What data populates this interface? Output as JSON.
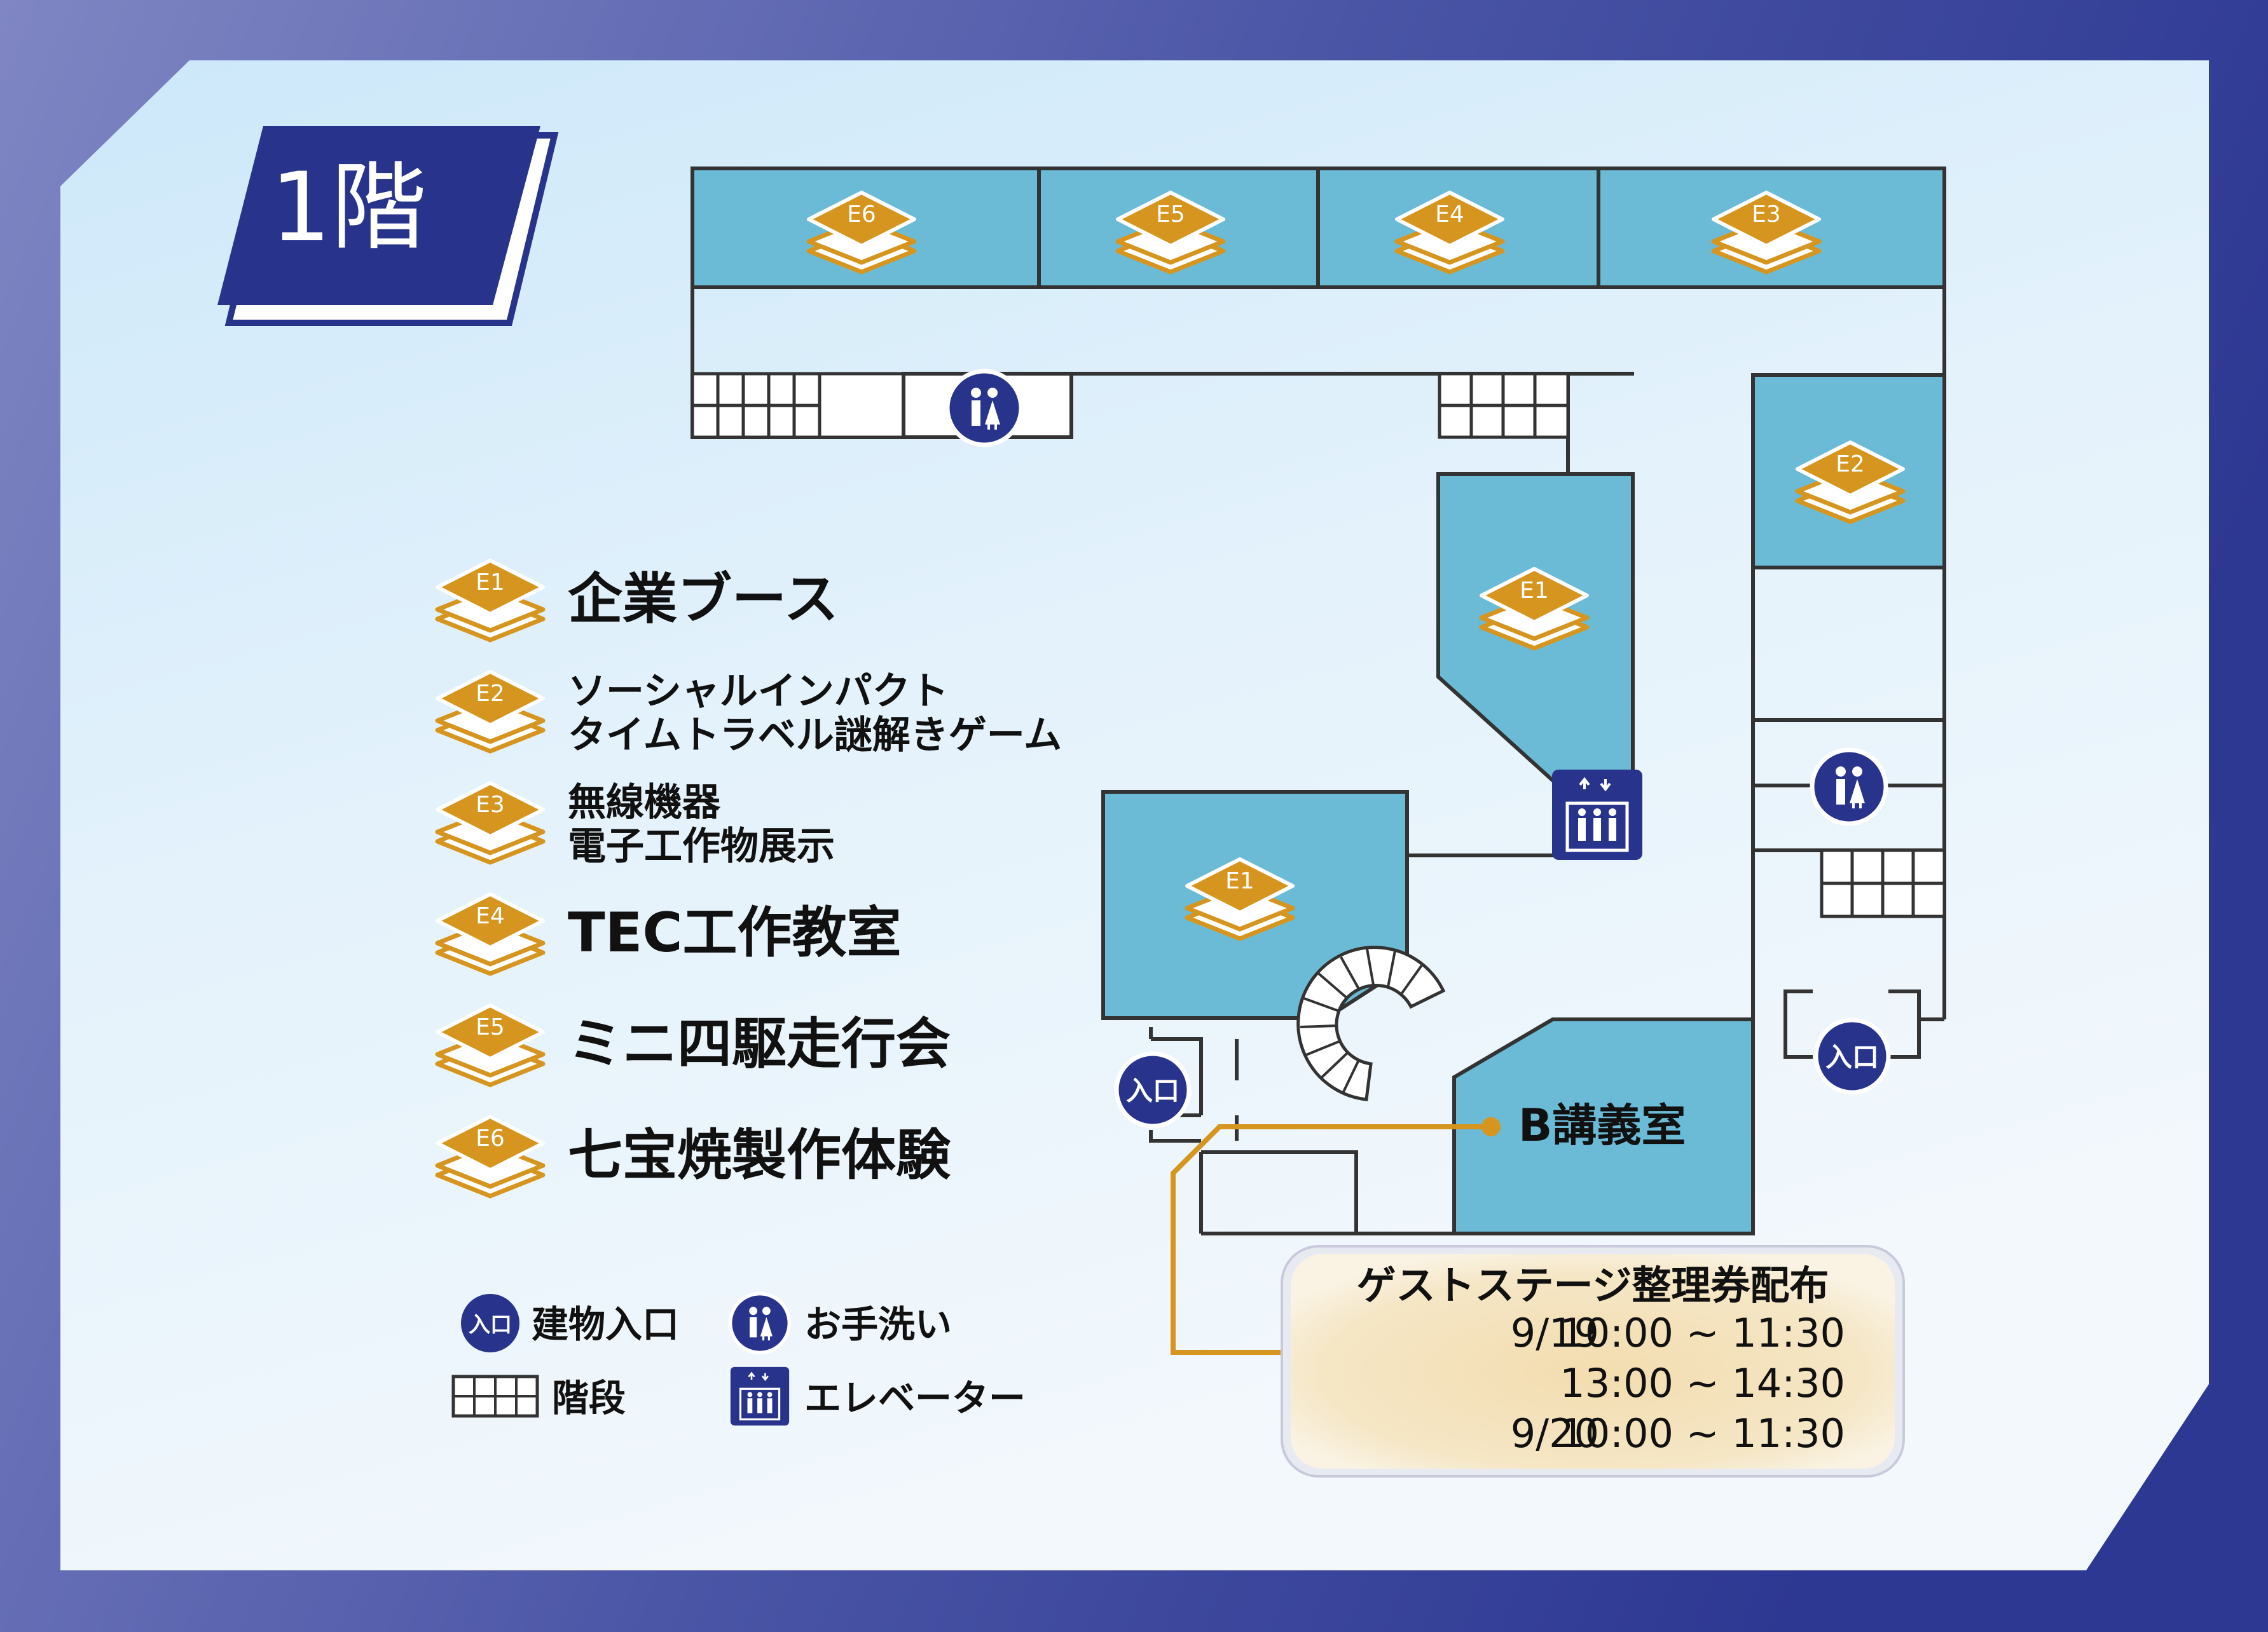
{
  "floor_label": "1階",
  "colors": {
    "frame_outer_left": "#7b82c0",
    "frame_outer_right": "#2e3994",
    "map_background": "#dff0fb",
    "booth_fill": "#6cbbd6",
    "navy": "#28348c",
    "gold": "#d6951f",
    "guest_panel": "#f2deb1"
  },
  "booths": [
    {
      "id": "E6",
      "label": "E6"
    },
    {
      "id": "E5",
      "label": "E5"
    },
    {
      "id": "E4",
      "label": "E4"
    },
    {
      "id": "E3",
      "label": "E3"
    },
    {
      "id": "E2",
      "label": "E2"
    },
    {
      "id": "E1-upper",
      "label": "E1"
    },
    {
      "id": "E1-lower",
      "label": "E1"
    }
  ],
  "lecture_room": "B講義室",
  "entrance_badge": "入口",
  "legend_booths": [
    {
      "code": "E1",
      "lines": [
        "企業ブース"
      ]
    },
    {
      "code": "E2",
      "lines": [
        "ソーシャルインパクト",
        "タイムトラベル謎解きゲーム"
      ]
    },
    {
      "code": "E3",
      "lines": [
        "無線機器",
        "電子工作物展示"
      ]
    },
    {
      "code": "E4",
      "lines": [
        "TEC工作教室"
      ]
    },
    {
      "code": "E5",
      "lines": [
        "ミニ四駆走行会"
      ]
    },
    {
      "code": "E6",
      "lines": [
        "七宝焼製作体験"
      ]
    }
  ],
  "legend_symbols": {
    "entrance": {
      "badge": "入口",
      "label": "建物入口"
    },
    "toilet": {
      "label": "お手洗い"
    },
    "stairs": {
      "label": "階段"
    },
    "elevator": {
      "label": "エレベーター"
    }
  },
  "guest_stage": {
    "title": "ゲストステージ整理券配布",
    "schedule": [
      {
        "date": "9/19",
        "time": "10:00 ~ 11:30"
      },
      {
        "date": "",
        "time": "13:00 ~ 14:30"
      },
      {
        "date": "9/20",
        "time": "10:00 ~ 11:30"
      }
    ]
  }
}
